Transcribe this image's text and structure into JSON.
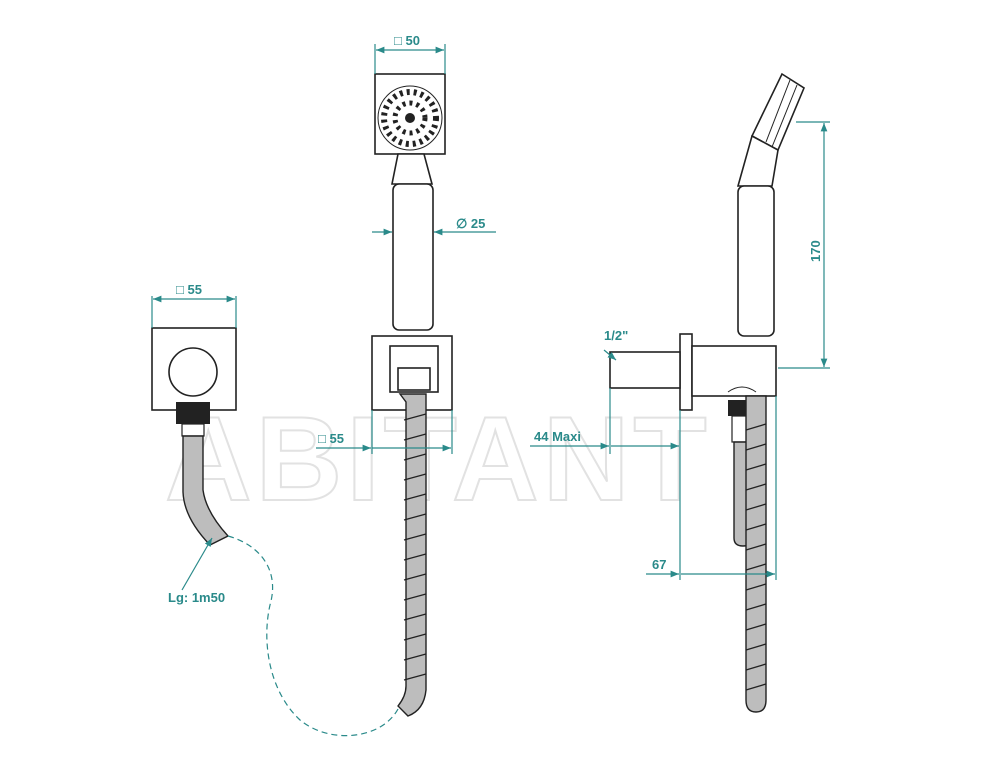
{
  "watermark": "ABITANT",
  "dimensions": {
    "wall_outlet_width": "□ 55",
    "hose_length": "Lg: 1m50",
    "head_width": "□ 50",
    "handle_diameter": "∅ 25",
    "holder_width": "□ 55",
    "thread_size": "1/2\"",
    "projection_max": "44  Maxi",
    "holder_projection": "67",
    "hand_shower_height": "170"
  },
  "colors": {
    "dimension": "#2a8a8a",
    "outline": "#222222"
  }
}
